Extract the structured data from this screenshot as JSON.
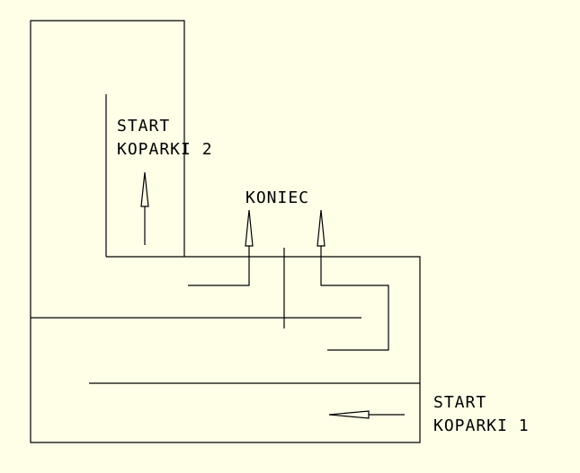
{
  "labels": {
    "start_koparki_2": [
      "START",
      "KOPARKI 2"
    ],
    "koniec": "KONIEC",
    "start_koparki_1": [
      "START",
      "KOPARKI 1"
    ]
  },
  "colors": {
    "background": "#ffffe8",
    "lines": "#000000"
  }
}
